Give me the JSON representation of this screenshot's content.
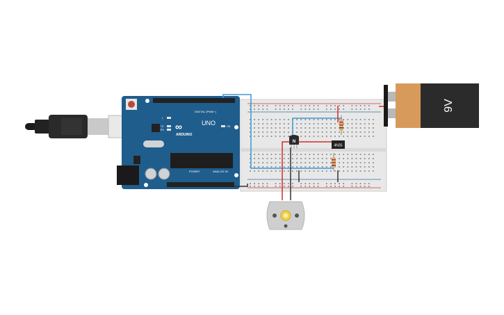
{
  "arduino": {
    "brand": "ARDUINO",
    "model": "UNO",
    "digital_header_label": "DIGITAL (PWM~)",
    "power_header_label": "POWER",
    "analog_header_label": "ANALOG IN",
    "led_labels": [
      "L",
      "TX",
      "RX"
    ],
    "on_label": "ON",
    "logo_glyph": "∞"
  },
  "transistor": {
    "label": "N"
  },
  "ic": {
    "label": "4N35"
  },
  "battery": {
    "label": "9V"
  },
  "colors": {
    "board": "#1f5d8c",
    "breadboard": "#e8e8e8",
    "rail_red": "#d9363e",
    "rail_blue": "#3a6ea5",
    "wire_red": "#d42a2a",
    "wire_blue": "#3b9ad6",
    "wire_black": "#333333",
    "battery_body": "#2b2b2b",
    "battery_top": "#d89a5b",
    "motor": "#cfcfcf",
    "motor_hub": "#f1d24a"
  }
}
